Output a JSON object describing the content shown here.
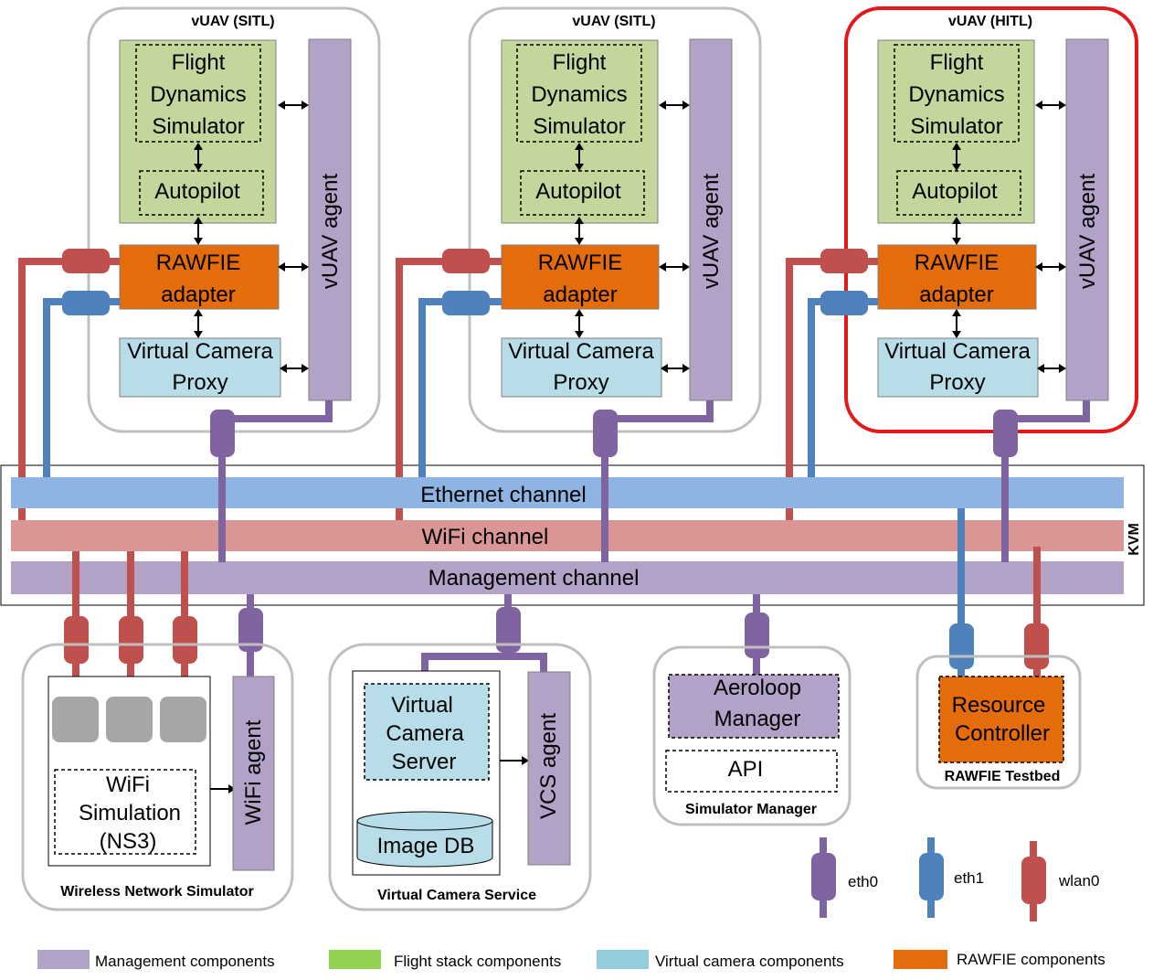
{
  "vuavs": [
    {
      "title": "vUAV (SITL)",
      "fds": [
        "Flight",
        "Dynamics",
        "Simulator"
      ],
      "autopilot": "Autopilot",
      "adapter": [
        "RAWFIE",
        "adapter"
      ],
      "vcp": [
        "Virtual Camera",
        "Proxy"
      ],
      "agent": "vUAV agent"
    },
    {
      "title": "vUAV (SITL)",
      "fds": [
        "Flight",
        "Dynamics",
        "Simulator"
      ],
      "autopilot": "Autopilot",
      "adapter": [
        "RAWFIE",
        "adapter"
      ],
      "vcp": [
        "Virtual Camera",
        "Proxy"
      ],
      "agent": "vUAV agent"
    },
    {
      "title": "vUAV (HITL)",
      "fds": [
        "Flight",
        "Dynamics",
        "Simulator"
      ],
      "autopilot": "Autopilot",
      "adapter": [
        "RAWFIE",
        "adapter"
      ],
      "vcp": [
        "Virtual Camera",
        "Proxy"
      ],
      "agent": "vUAV agent"
    }
  ],
  "channels": {
    "ethernet": "Ethernet channel",
    "wifi": "WiFi channel",
    "management": "Management channel",
    "kvm": "KVM"
  },
  "wns": {
    "title": "Wireless Network Simulator",
    "sim": [
      "WiFi",
      "Simulation",
      "(NS3)"
    ],
    "agent": "WiFi agent"
  },
  "vcs": {
    "title": "Virtual Camera Service",
    "server": [
      "Virtual",
      "Camera",
      "Server"
    ],
    "db": "Image DB",
    "agent": "VCS agent"
  },
  "simmgr": {
    "title": "Simulator Manager",
    "aeroloop": [
      "Aeroloop",
      "Manager"
    ],
    "api": "API"
  },
  "testbed": {
    "title": "RAWFIE Testbed",
    "rc": [
      "Resource",
      "Controller"
    ]
  },
  "connectors": {
    "eth0": "eth0",
    "eth1": "eth1",
    "wlan0": "wlan0"
  },
  "legend": [
    {
      "label": "Management components",
      "color": "#b3a2c7"
    },
    {
      "label": "Flight stack components",
      "color": "#92d050"
    },
    {
      "label": "Virtual camera components",
      "color": "#93cddd"
    },
    {
      "label": "RAWFIE components",
      "color": "#e46c0a"
    }
  ],
  "colors": {
    "purple": "#b3a2c7",
    "green": "#c3d69b",
    "orange": "#e46c0a",
    "lightblue": "#b7dee8",
    "ethernet": "#8eb4e3",
    "wifi": "#d99694",
    "mgmt_line": "#8064a2",
    "eth_line": "#4f81bd",
    "wifi_line": "#c0504d",
    "hitl_border": "#e3191b"
  }
}
